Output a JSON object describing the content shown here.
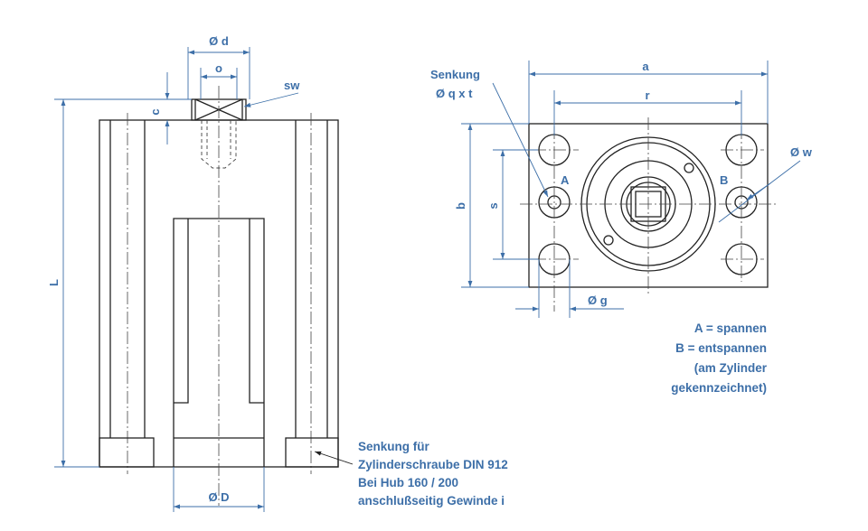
{
  "labels": {
    "d": "Ø d",
    "o": "o",
    "sw": "sw",
    "c": "c",
    "L": "L",
    "D": "Ø D",
    "senkung_top_1": "Senkung",
    "senkung_top_2": "Ø q  x t",
    "a": "a",
    "r": "r",
    "b": "b",
    "s": "s",
    "w": "Ø w",
    "g": "Ø g",
    "port_a": "A",
    "port_b": "B"
  },
  "notes": {
    "legend": [
      "A = spannen",
      "B = entspannen",
      "(am Zylinder",
      "gekennzeichnet)"
    ],
    "bottom": [
      "Senkung für",
      "Zylinderschraube DIN 912",
      "Bei Hub 160 / 200",
      "anschlußseitig Gewinde i"
    ]
  },
  "colors": {
    "dimension": "#3d6fa8",
    "outline": "#222222"
  }
}
